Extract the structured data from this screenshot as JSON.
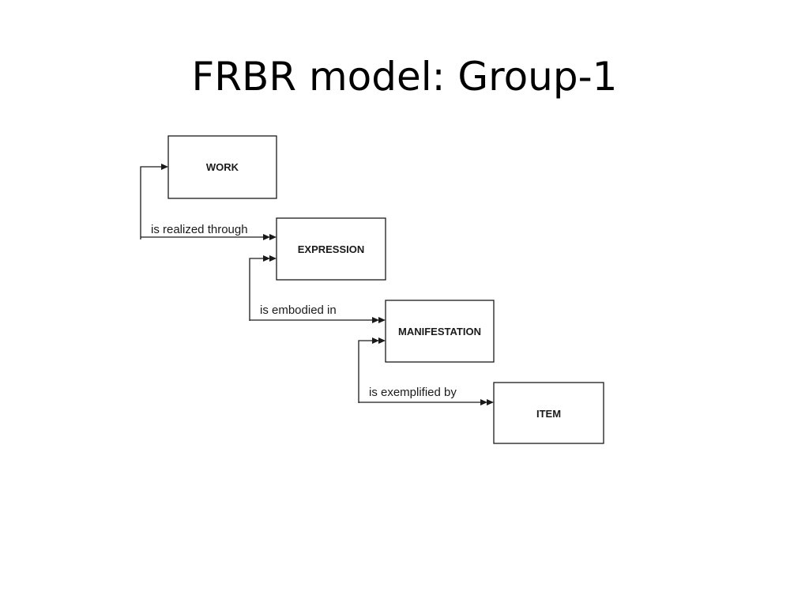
{
  "slide": {
    "title": "FRBR model: Group-1"
  },
  "entities": [
    {
      "name": "WORK"
    },
    {
      "name": "EXPRESSION"
    },
    {
      "name": "MANIFESTATION"
    },
    {
      "name": "ITEM"
    }
  ],
  "relationships": [
    {
      "label": "is realized through",
      "from": "WORK",
      "to": "EXPRESSION"
    },
    {
      "label": "is embodied in",
      "from": "EXPRESSION",
      "to": "MANIFESTATION"
    },
    {
      "label": "is exemplified by",
      "from": "MANIFESTATION",
      "to": "ITEM"
    }
  ]
}
